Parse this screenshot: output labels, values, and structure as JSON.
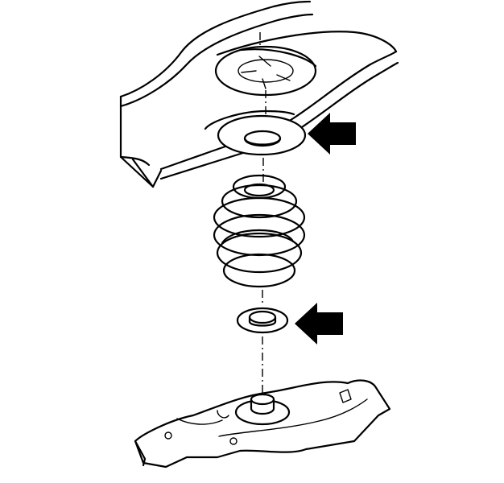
{
  "figure": {
    "kind": "exploded technical line drawing",
    "parts": [
      "body-mount",
      "upper-spring-seat",
      "coil-spring",
      "lower-spring-seat",
      "lower-control-arm"
    ],
    "arrows": [
      {
        "target": "upper-spring-seat",
        "direction": "left"
      },
      {
        "target": "lower-spring-seat",
        "direction": "left"
      }
    ],
    "colors": {
      "line": "#000000",
      "background": "#ffffff"
    }
  }
}
